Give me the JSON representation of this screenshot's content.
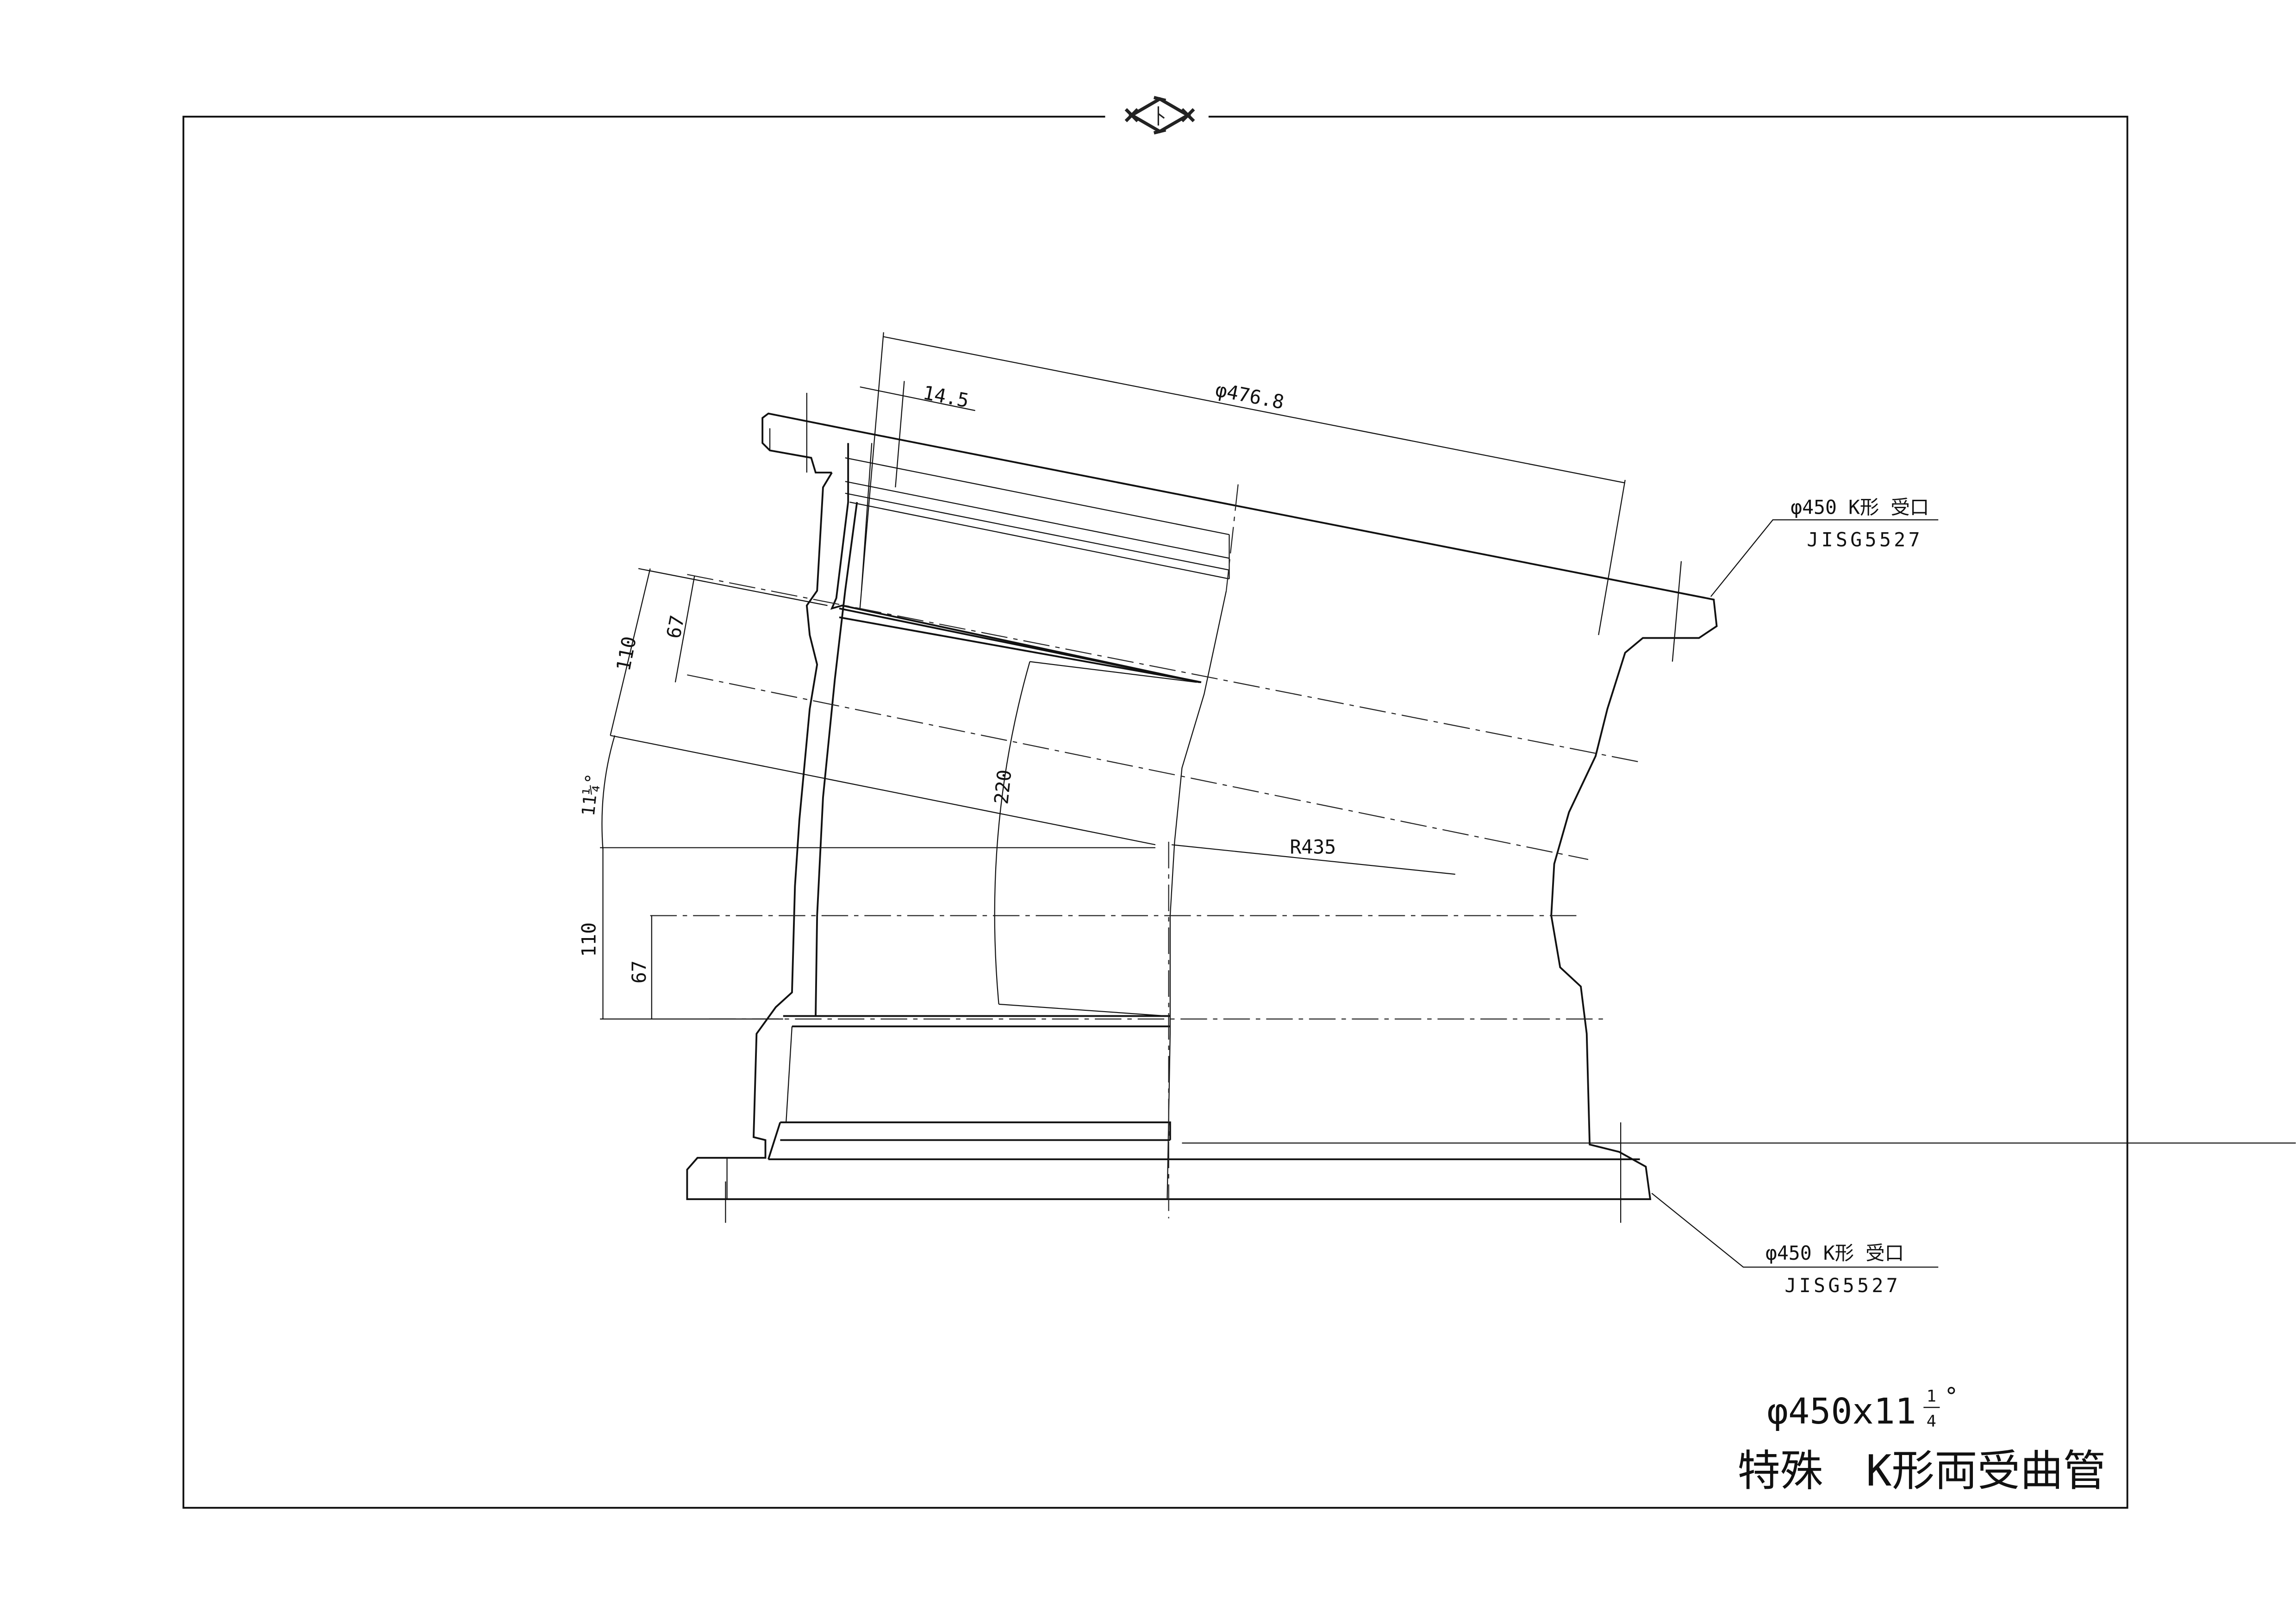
{
  "drawing": {
    "logo_mark": "diamond-kubota-mark",
    "dimensions": {
      "bell_diameter": "φ476.8",
      "wall": "14.5",
      "upper_110": "110",
      "upper_67": "67",
      "angle": "11¼°",
      "arc_length": "220",
      "radius": "R435",
      "lower_110": "110",
      "lower_67": "67"
    },
    "callouts": [
      {
        "line1": "φ450 K形 受口",
        "line2": "JISG5527"
      },
      {
        "line1": "φ450 K形 受口",
        "line2": "JISG5527"
      }
    ],
    "title": {
      "size": "φ450x11",
      "fraction_num": "1",
      "fraction_den": "4",
      "degree": "°",
      "name": "特殊　K形両受曲管"
    }
  }
}
